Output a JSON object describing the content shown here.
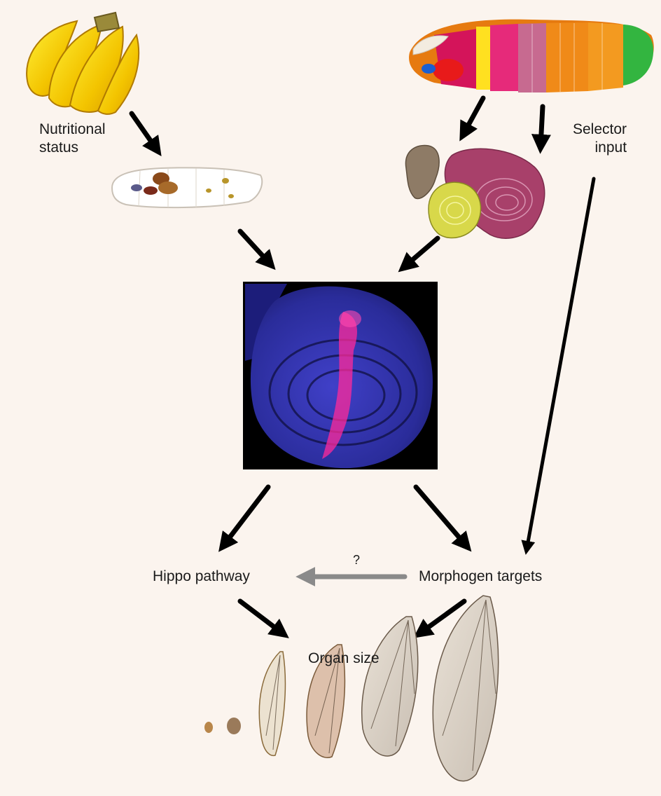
{
  "labels": {
    "nutritional_status": "Nutritional\nstatus",
    "selector_input": "Selector\ninput",
    "hippo_pathway": "Hippo pathway",
    "morphogen_targets": "Morphogen targets",
    "question_mark": "?",
    "organ_size": "Organ size"
  },
  "icons": {
    "bananas": "bananas-icon",
    "embryo": "embryo-segments-icon",
    "larva": "larva-icon",
    "imaginal_discs": "imaginal-discs-icon",
    "wing_disc": "wing-disc-fluorescence-icon",
    "wings": "wing-size-series-icon"
  },
  "colors": {
    "background": "#fbf4ee",
    "arrow": "#000000",
    "uncertain_arrow": "#8a8a8a",
    "disc_blue": "#2a2fa0",
    "disc_magenta": "#ff2a9a"
  }
}
